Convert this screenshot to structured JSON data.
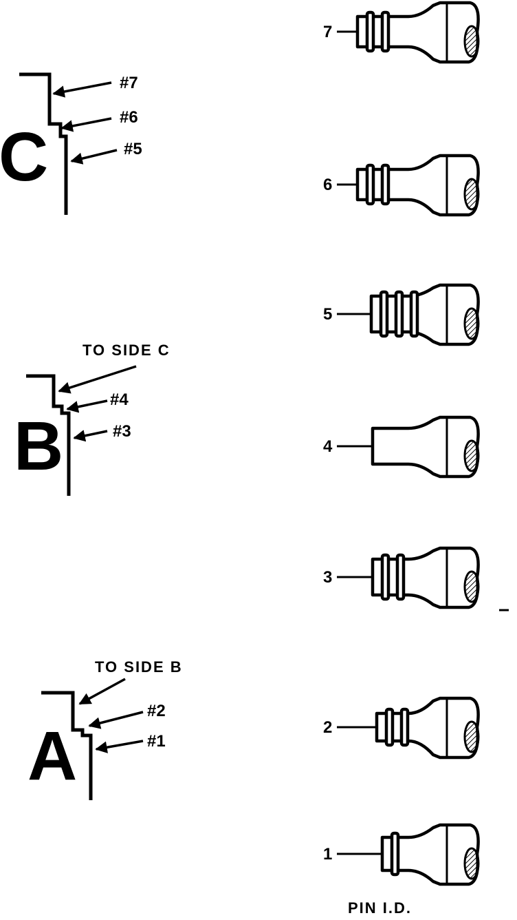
{
  "sides": [
    {
      "letter": "C",
      "labels": {
        "top": "#7",
        "mid": "#6",
        "bottom": "#5"
      }
    },
    {
      "letter": "B",
      "labels": {
        "top": "TO SIDE C",
        "mid": "#4",
        "bottom": "#3"
      }
    },
    {
      "letter": "A",
      "labels": {
        "top": "TO SIDE B",
        "mid": "#2",
        "bottom": "#1"
      }
    }
  ],
  "pins": [
    {
      "label": "7",
      "rings": 2
    },
    {
      "label": "6",
      "rings": 2
    },
    {
      "label": "5",
      "rings": 3
    },
    {
      "label": "4",
      "rings": 0
    },
    {
      "label": "3",
      "rings": 2
    },
    {
      "label": "2",
      "rings": 2
    },
    {
      "label": "1",
      "rings": 1
    }
  ],
  "caption": "PIN I.D."
}
